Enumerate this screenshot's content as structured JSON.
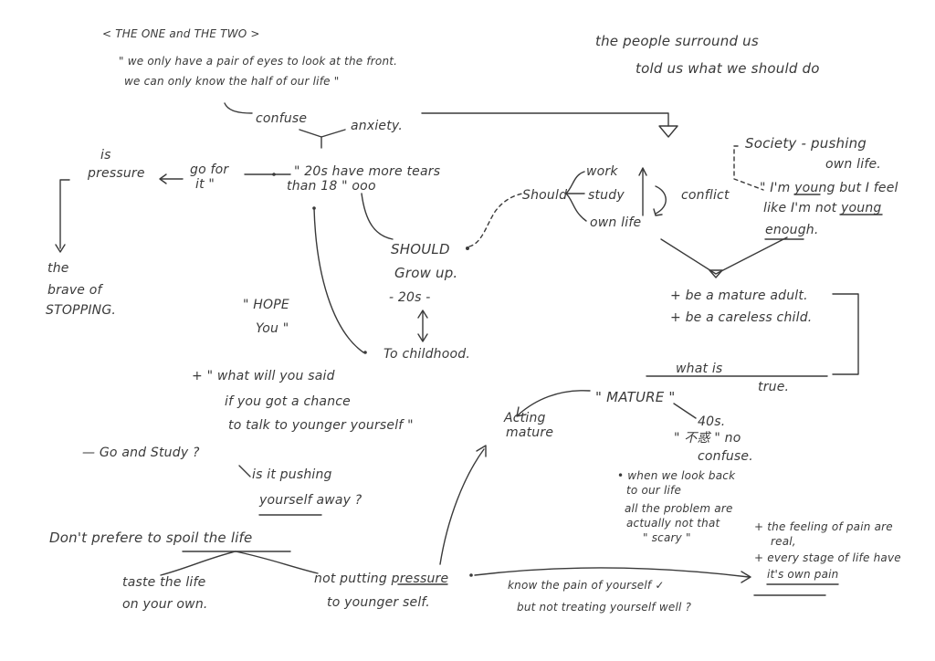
{
  "notes": {
    "header_title": "< THE ONE and THE TWO >",
    "quote_line1": "\" we only have a pair of eyes to look at the front.",
    "quote_line2": "we can only know the half of our life \"",
    "people_line1": "the people surround us",
    "people_line2": "told us what we should do",
    "confuse": "confuse",
    "anxiety": "anxiety.",
    "is": "is",
    "pressure": "pressure",
    "go_for": "go for",
    "go_for_it": "it \"",
    "twenties_line1": "\" 20s have more tears",
    "twenties_line2": "than 18 \" ooo",
    "the": "the",
    "brave_of": "brave of",
    "stopping": "STOPPING.",
    "should_label": "Should",
    "work": "work",
    "study": "study",
    "own_life": "own life",
    "conflict": "conflict",
    "society_line1": "Society - pushing",
    "society_line2": "own life.",
    "young_line1": "\" I'm young but I feel",
    "young_line2": "like I'm not young",
    "young_line3": "enough.",
    "should_caps": "SHOULD",
    "grow_up": "Grow up.",
    "twenty_s": "- 20s -",
    "hope": "\" HOPE",
    "you": "You \"",
    "to_childhood": "To childhood.",
    "mature_adult": "+ be a mature adult.",
    "careless_child": "+ be a careless child.",
    "what_is": "what is",
    "true": "true.",
    "what_will_line1": "+ \" what will you said",
    "what_will_line2": "if you got a chance",
    "what_will_line3": "to talk to younger yourself \"",
    "acting": "Acting",
    "mature_small": "mature",
    "mature_caps": "\" MATURE \"",
    "forties": "40s.",
    "no_confuse_line1": "\" 不惑 \" no",
    "no_confuse_line2": "confuse.",
    "go_study": "— Go and Study ?",
    "pushing_line1": "is it pushing",
    "pushing_line2": "yourself away ?",
    "lookback_line1": "• when we look back",
    "lookback_line2": "to our life",
    "lookback_line3": "all the problem are",
    "lookback_line4": "actually not that",
    "lookback_line5": "\" scary \"",
    "dont_prefer": "Don't prefere to spoil the life",
    "taste_line1": "taste the life",
    "taste_line2": "on your own.",
    "not_putting_line1": "not putting pressure",
    "not_putting_line2": "to younger self.",
    "know_line1": "know the pain of yourself ✓",
    "know_line2": "but not treating yourself well ?",
    "feeling_line1": "+ the feeling of pain are",
    "feeling_line2": "real,",
    "every_line1": "+ every stage of life have",
    "every_line2": "it's own pain"
  }
}
